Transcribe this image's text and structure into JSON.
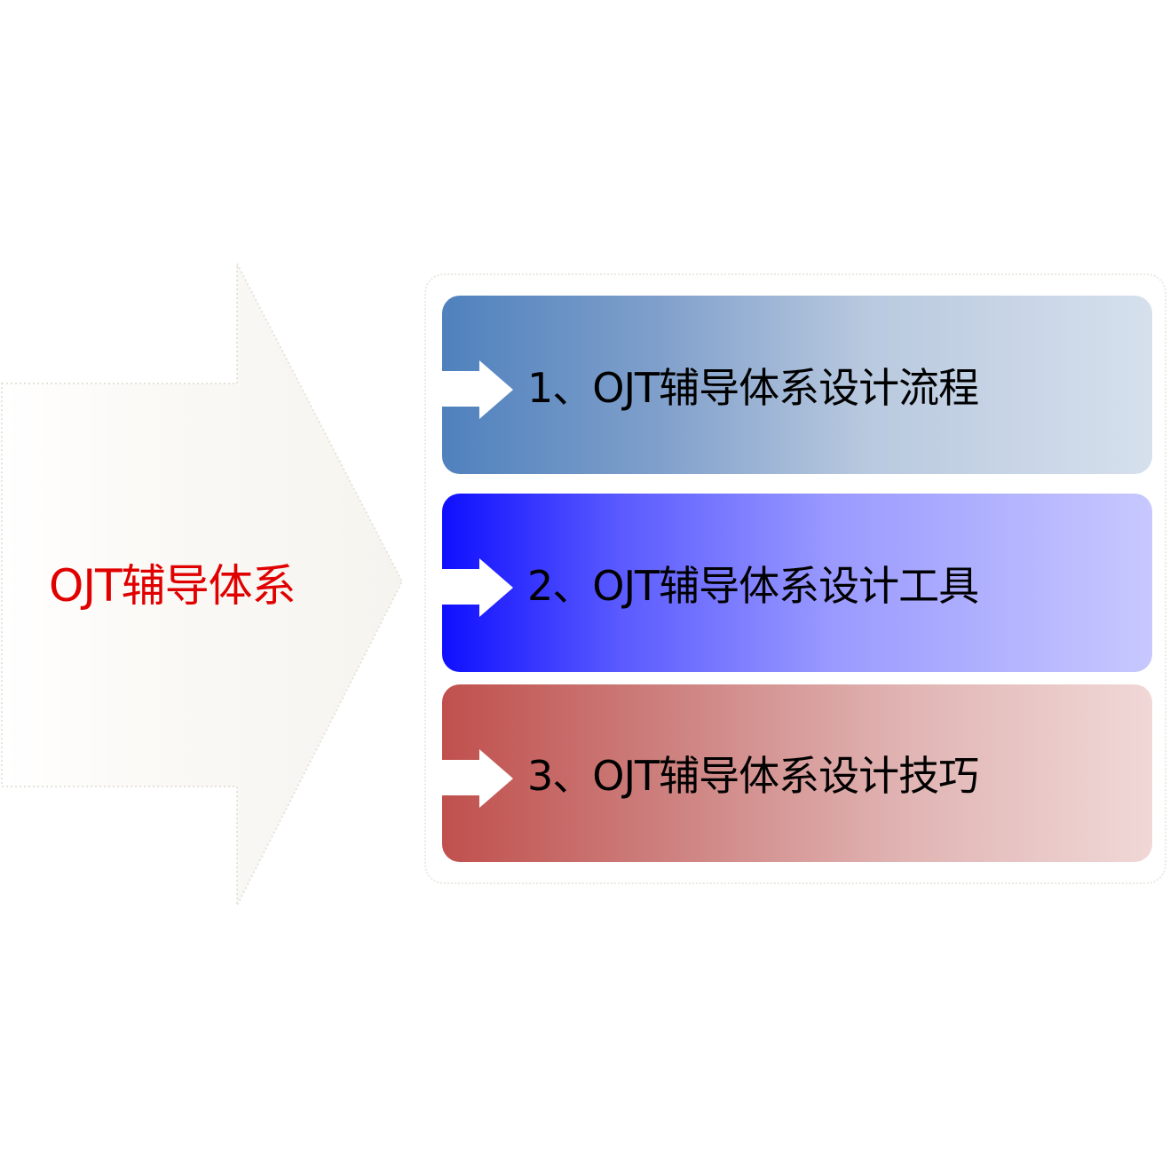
{
  "diagram": {
    "main_topic": {
      "label": "OJT辅导体系",
      "text_color": "#e00000",
      "shape": "right-arrow",
      "fill": "#f8f6f2"
    },
    "items": [
      {
        "label": "1、OJT辅导体系设计流程",
        "gradient_start": "#4f81bd",
        "gradient_end": "#d6e0ed"
      },
      {
        "label": "2、OJT辅导体系设计工具",
        "gradient_start": "#0f0fff",
        "gradient_end": "#c8c8ff"
      },
      {
        "label": "3、OJT辅导体系设计技巧",
        "gradient_start": "#c0504d",
        "gradient_end": "#f0d8d7"
      }
    ],
    "item_icon": "right-arrow-icon"
  }
}
